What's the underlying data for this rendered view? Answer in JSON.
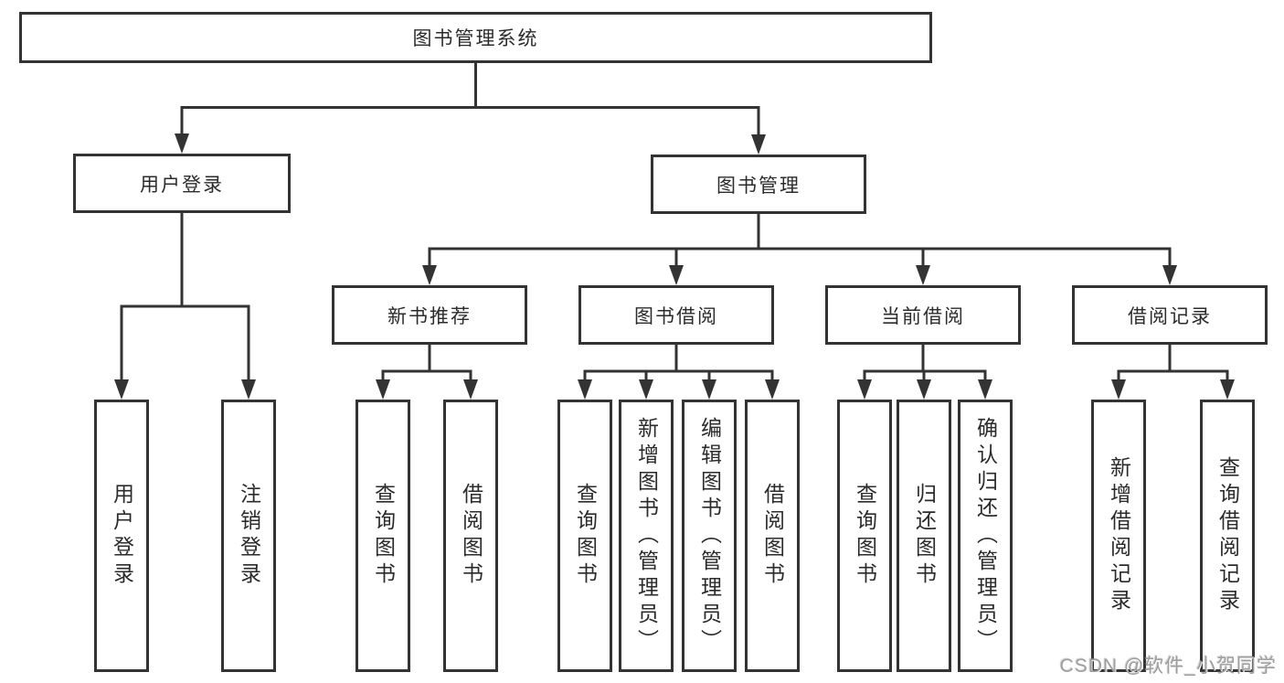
{
  "diagram_type": "hierarchy-tree",
  "colors": {
    "background": "#ffffff",
    "line": "#333333",
    "box_border": "#333333",
    "text": "#2b2b2b",
    "watermark": "#9e9e9e"
  },
  "tree": {
    "label": "图书管理系统",
    "children": [
      {
        "label": "用户登录",
        "children": [
          {
            "label": "用户登录"
          },
          {
            "label": "注销登录"
          }
        ]
      },
      {
        "label": "图书管理",
        "children": [
          {
            "label": "新书推荐",
            "children": [
              {
                "label": "查询图书"
              },
              {
                "label": "借阅图书"
              }
            ]
          },
          {
            "label": "图书借阅",
            "children": [
              {
                "label": "查询图书"
              },
              {
                "label": "新增图书（管理员）"
              },
              {
                "label": "编辑图书（管理员）"
              },
              {
                "label": "借阅图书"
              }
            ]
          },
          {
            "label": "当前借阅",
            "children": [
              {
                "label": "查询图书"
              },
              {
                "label": "归还图书"
              },
              {
                "label": "确认归还（管理员）"
              }
            ]
          },
          {
            "label": "借阅记录",
            "children": [
              {
                "label": "新增借阅记录"
              },
              {
                "label": "查询借阅记录"
              }
            ]
          }
        ]
      }
    ]
  },
  "watermark": {
    "text": "CSDN @软件_小贺同学"
  }
}
